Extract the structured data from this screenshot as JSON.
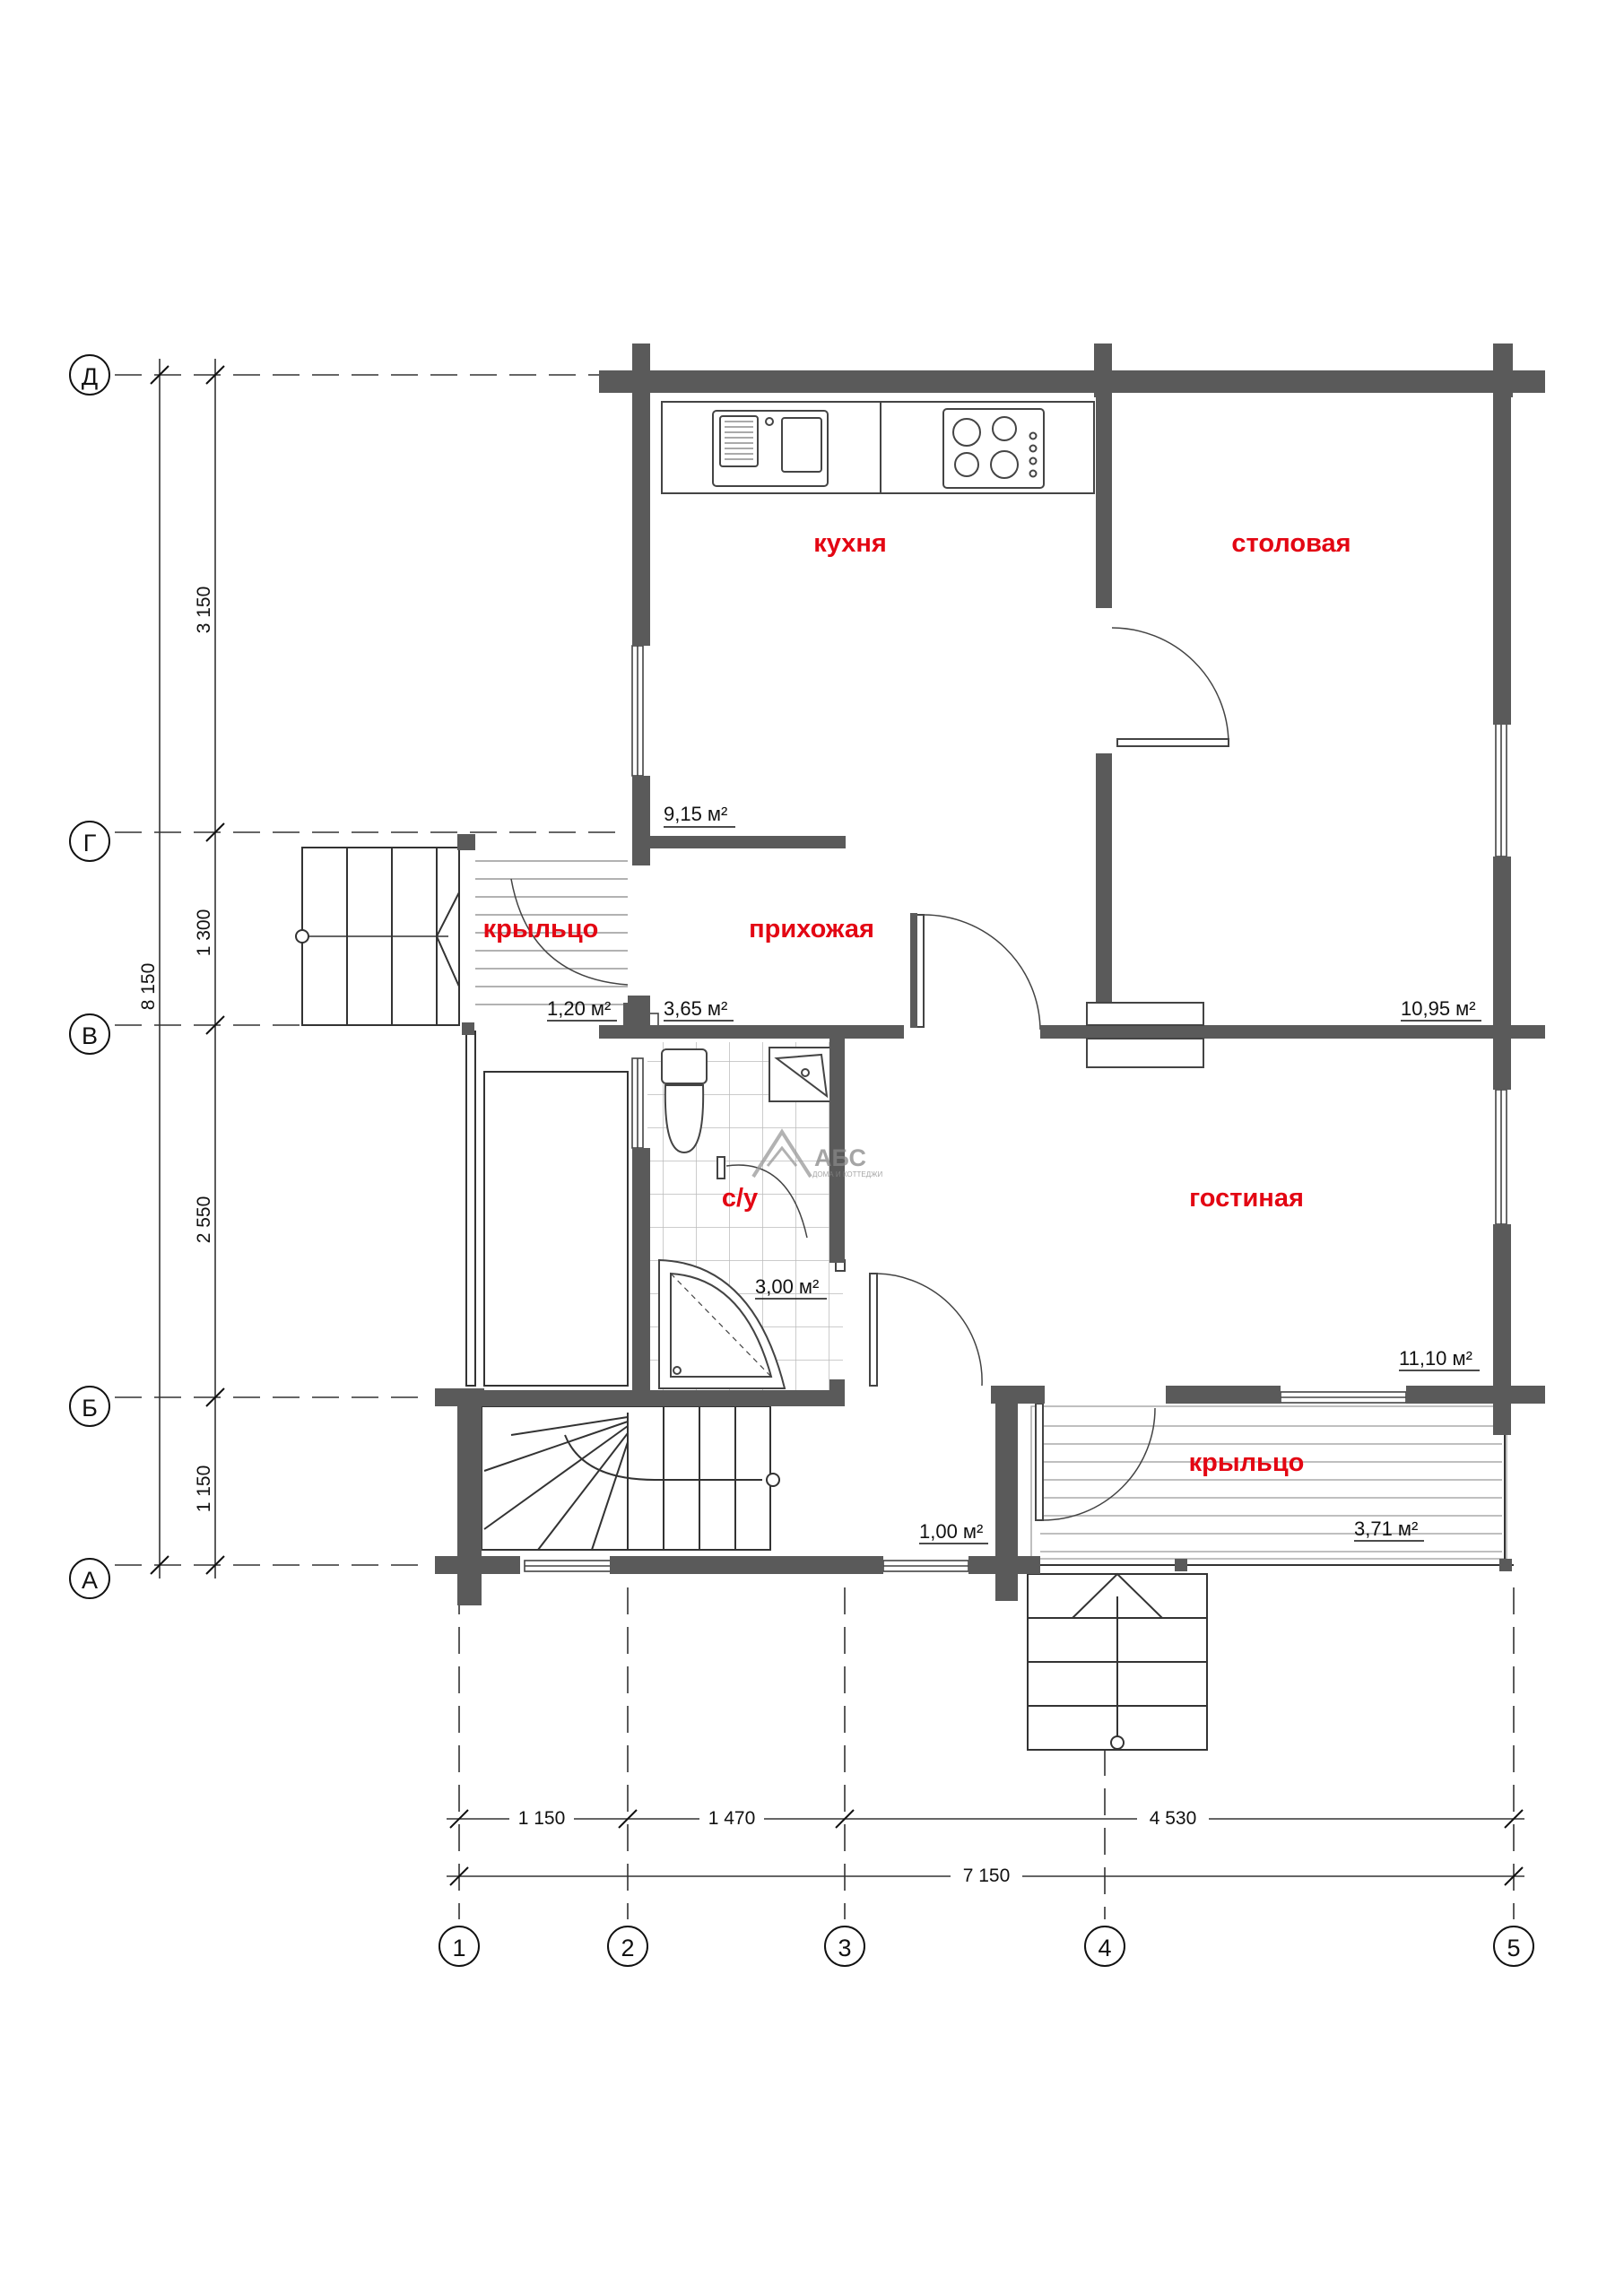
{
  "plan": {
    "rooms": [
      {
        "name": "кухня"
      },
      {
        "name": "столовая"
      },
      {
        "name": "крыльцо"
      },
      {
        "name": "прихожая"
      },
      {
        "name": "с/у"
      },
      {
        "name": "гостиная"
      },
      {
        "name": "крыльцо"
      }
    ],
    "areas": [
      {
        "value": "9,15 м²"
      },
      {
        "value": "1,20 м²"
      },
      {
        "value": "3,65 м²"
      },
      {
        "value": "10,95 м²"
      },
      {
        "value": "3,00 м²"
      },
      {
        "value": "11,10 м²"
      },
      {
        "value": "1,00 м²"
      },
      {
        "value": "3,71 м²"
      }
    ],
    "axes_rows": [
      "Д",
      "Г",
      "В",
      "Б",
      "А"
    ],
    "axes_cols": [
      "1",
      "2",
      "3",
      "4",
      "5"
    ],
    "vertical_dims": [
      "3 150",
      "1 300",
      "2 550",
      "1 150"
    ],
    "vertical_total": "8 150",
    "horizontal_dims": [
      "1 150",
      "1 470",
      "4 530"
    ],
    "horizontal_total": "7 150"
  },
  "logo": {
    "name": "АБС",
    "tagline": "ДОМА И КОТТЕДЖИ"
  },
  "colors": {
    "wall": "#5a5a5a",
    "room_label": "#e30613",
    "line": "#333333"
  }
}
